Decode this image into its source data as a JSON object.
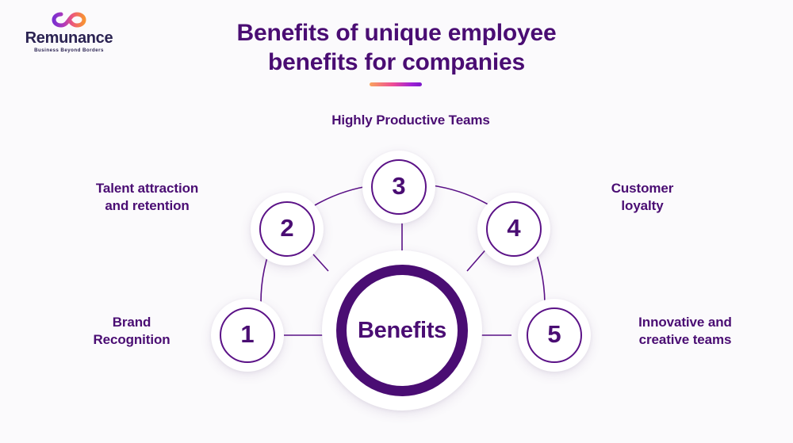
{
  "brand": {
    "name": "Remunance",
    "tagline": "Business Beyond Borders",
    "logo_icon": "infinity-icon",
    "colors": {
      "wordmark": "#2b2352",
      "infinity_left": "#8b2fc9",
      "infinity_right": "#f5833c"
    }
  },
  "header": {
    "title_line_1": "Benefits of unique employee",
    "title_line_2": "benefits for companies",
    "title_color": "#4a0d73",
    "underline_gradient": [
      "#f9a45c",
      "#ee4b96",
      "#a021d6",
      "#7b19c9"
    ]
  },
  "diagram": {
    "type": "radial-hub-and-spoke",
    "center": {
      "label": "Benefits",
      "ring_color": "#4a0d73"
    },
    "accent_color": "#5b1287",
    "background": "#fbfafc",
    "nodes": [
      {
        "number": "1",
        "label": "Brand\nRecognition",
        "label_line_1": "Brand",
        "label_line_2": "Recognition",
        "position": "left-bottom"
      },
      {
        "number": "2",
        "label": "Talent attraction and retention",
        "label_line_1": "Talent attraction",
        "label_line_2": "and retention",
        "position": "left-top"
      },
      {
        "number": "3",
        "label": "Highly Productive Teams",
        "label_line_1": "Highly Productive Teams",
        "label_line_2": "",
        "position": "top"
      },
      {
        "number": "4",
        "label": "Customer loyalty",
        "label_line_1": "Customer",
        "label_line_2": "loyalty",
        "position": "right-top"
      },
      {
        "number": "5",
        "label": "Innovative and creative teams",
        "label_line_1": "Innovative and",
        "label_line_2": "creative teams",
        "position": "right-bottom"
      }
    ]
  }
}
